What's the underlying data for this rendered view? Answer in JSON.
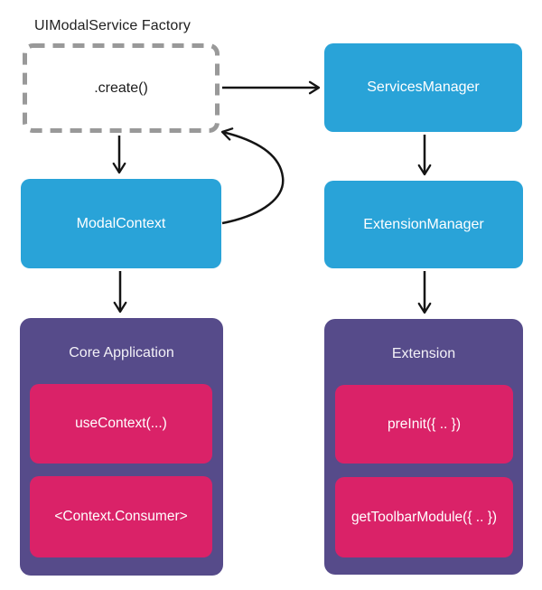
{
  "diagram": {
    "title": "UIModalService Factory",
    "nodes": {
      "create": {
        "label": ".create()"
      },
      "services_manager": {
        "label": "ServicesManager"
      },
      "modal_context": {
        "label": "ModalContext"
      },
      "extension_manager": {
        "label": "ExtensionManager"
      },
      "core_application": {
        "label": "Core Application",
        "children": [
          {
            "label": "useContext(...)"
          },
          {
            "label": "<Context.Consumer>"
          }
        ]
      },
      "extension": {
        "label": "Extension",
        "children": [
          {
            "label": "preInit({ .. })"
          },
          {
            "label": "getToolbarModule({ .. })"
          }
        ]
      }
    },
    "edges": [
      {
        "from": "create",
        "to": "services_manager",
        "style": "straight"
      },
      {
        "from": "create",
        "to": "modal_context",
        "style": "straight"
      },
      {
        "from": "services_manager",
        "to": "extension_manager",
        "style": "straight"
      },
      {
        "from": "modal_context",
        "to": "core_application",
        "style": "straight"
      },
      {
        "from": "extension_manager",
        "to": "extension",
        "style": "straight"
      },
      {
        "from": "modal_context",
        "to": "create",
        "style": "curved"
      }
    ],
    "colors": {
      "blue": "#29A3D8",
      "purple": "#564B8A",
      "pink": "#DA2268",
      "dashed_border": "#999999",
      "arrow": "#141414",
      "light_text": "#FFFFFF",
      "dark_text": "#212121"
    }
  }
}
